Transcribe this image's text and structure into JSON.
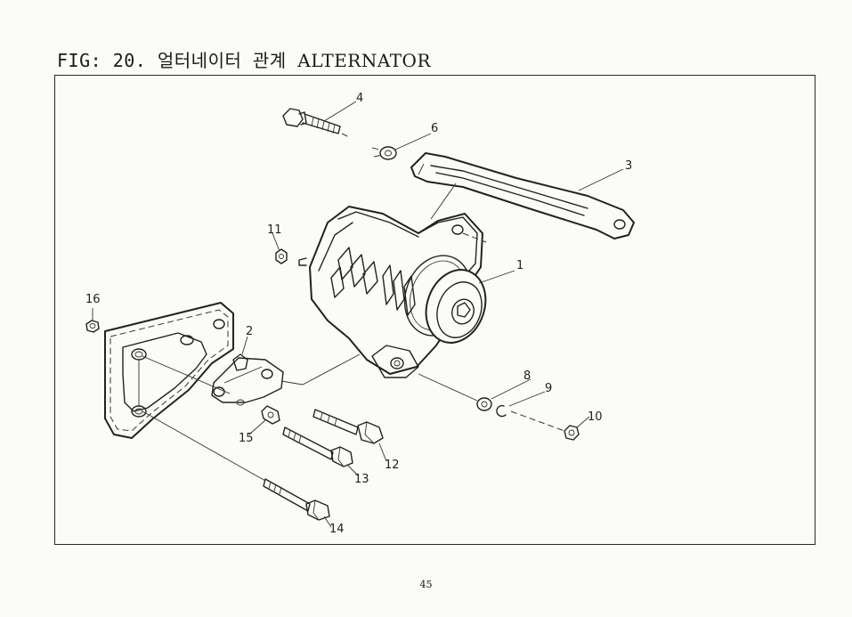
{
  "figure": {
    "prefix": "FIG: 20. 얼터네이터 관계",
    "english": "ALTERNATOR"
  },
  "callouts": [
    {
      "id": "c1",
      "label": "1"
    },
    {
      "id": "c2",
      "label": "2"
    },
    {
      "id": "c3",
      "label": "3"
    },
    {
      "id": "c4",
      "label": "4"
    },
    {
      "id": "c6",
      "label": "6"
    },
    {
      "id": "c8",
      "label": "8"
    },
    {
      "id": "c9",
      "label": "9"
    },
    {
      "id": "c10",
      "label": "10"
    },
    {
      "id": "c11",
      "label": "11"
    },
    {
      "id": "c12",
      "label": "12"
    },
    {
      "id": "c13",
      "label": "13"
    },
    {
      "id": "c14",
      "label": "14"
    },
    {
      "id": "c15",
      "label": "15"
    },
    {
      "id": "c16",
      "label": "16"
    }
  ],
  "page_number": "45"
}
